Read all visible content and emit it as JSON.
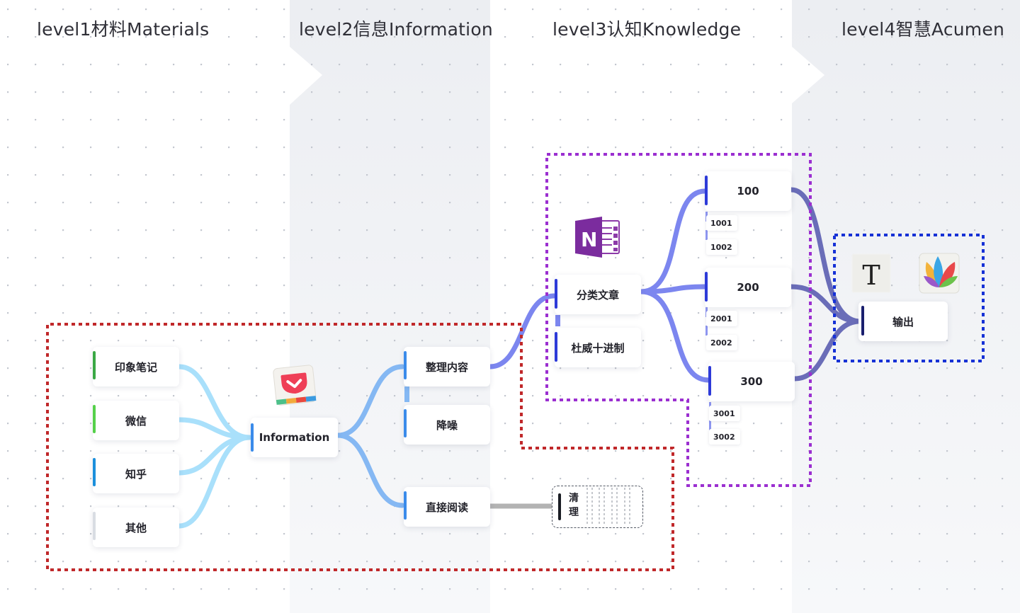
{
  "headers": {
    "level1": "level1材料Materials",
    "level2": "level2信息Information",
    "level3": "level3认知Knowledge",
    "level4": "level4智慧Acumen"
  },
  "sources": [
    "印象笔记",
    "微信",
    "知乎",
    "其他"
  ],
  "hub": "Information",
  "processing": [
    "整理内容",
    "降噪",
    "直接阅读"
  ],
  "cleanup": "清理",
  "knowledge": {
    "main": "分类文章",
    "secondary": "杜威十进制",
    "categories": [
      {
        "label": "100",
        "children": [
          "1001",
          "1002"
        ]
      },
      {
        "label": "200",
        "children": [
          "2001",
          "2002"
        ]
      },
      {
        "label": "300",
        "children": [
          "3001",
          "3002"
        ]
      }
    ]
  },
  "output": "输出",
  "icons": {
    "pocket": "pocket-app-icon",
    "onenote": "onenote-app-icon",
    "typora": "typora-app-icon",
    "mindnode": "mindnode-app-icon"
  },
  "colors": {
    "source_bars": [
      "#3aa845",
      "#55d04a",
      "#1b8fdc",
      "#d9dde3"
    ],
    "source_links": "#a9e0fb",
    "process_links": "#85b8f3",
    "process_bar": "#3a8bea",
    "knowledge_links": "#7c86ef",
    "knowledge_bar": "#2d3ad8",
    "output_links": "#6a6db8",
    "output_bar": "#1a1f6e",
    "clean_link": "#b3b3b3",
    "box_red": "#c0282a",
    "box_purple": "#9b2fd0",
    "box_blue": "#1631d6"
  }
}
